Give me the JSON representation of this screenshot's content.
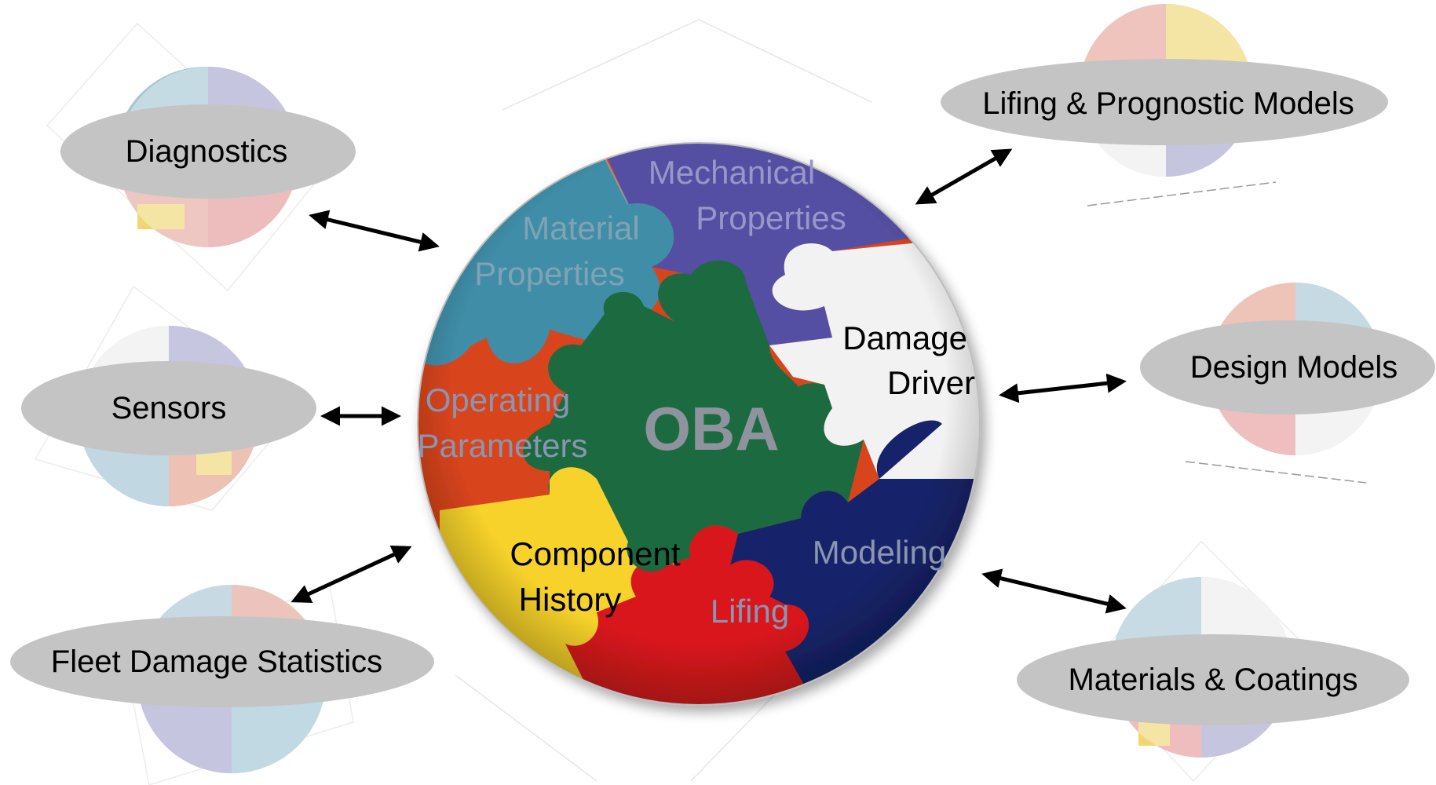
{
  "center": {
    "label": "OBA",
    "pieces": [
      {
        "key": "material",
        "lines": [
          "Material",
          "Properties"
        ],
        "color": "#3f8da8",
        "text_color": "#7fa3b4"
      },
      {
        "key": "mechanical",
        "lines": [
          "Mechanical",
          "Properties"
        ],
        "color": "#5550a4",
        "text_color": "#9598c8"
      },
      {
        "key": "damage",
        "lines": [
          "Damage",
          "Driver"
        ],
        "color": "#f2f2f2",
        "text_color": "#000000"
      },
      {
        "key": "operating",
        "lines": [
          "Operating",
          "Parameters"
        ],
        "color": "#d8441c",
        "text_color": "#8a96b0"
      },
      {
        "key": "component",
        "lines": [
          "Component",
          "History"
        ],
        "color": "#f6d22a",
        "text_color": "#000000"
      },
      {
        "key": "lifing",
        "lines": [
          "Lifing"
        ],
        "color": "#d8181c",
        "text_color": "#8a96b0"
      },
      {
        "key": "modeling",
        "lines": [
          "Modeling"
        ],
        "color": "#15246a",
        "text_color": "#8a96b0"
      },
      {
        "key": "oba",
        "lines": [],
        "color": "#1d6a40",
        "text_color": "#8e939e"
      }
    ]
  },
  "ovals": {
    "diagnostics": "Diagnostics",
    "sensors": "Sensors",
    "fleet": "Fleet Damage Statistics",
    "lifing_models": "Lifing & Prognostic Models",
    "design_models": "Design Models",
    "materials": "Materials & Coatings"
  },
  "colors": {
    "oval_fill": "#c4c4c4",
    "arrow": "#000000"
  }
}
